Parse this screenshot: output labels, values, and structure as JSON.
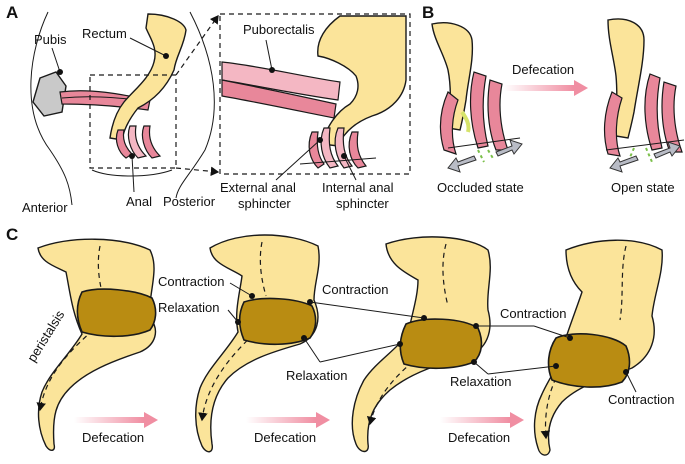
{
  "panels": {
    "a": "A",
    "b": "B",
    "c": "C"
  },
  "panel_a": {
    "pubis": "Pubis",
    "rectum": "Rectum",
    "puborectalis": "Puborectalis",
    "anterior": "Anterior",
    "anal": "Anal",
    "posterior": "Posterior",
    "external_line1": "External anal",
    "external_line2": "sphincter",
    "internal_line1": "Internal anal",
    "internal_line2": "sphincter"
  },
  "panel_b": {
    "defecation": "Defecation",
    "occluded": "Occluded state",
    "open": "Open state"
  },
  "panel_c": {
    "peristalsis": "peristalsis",
    "defecation_1": "Defecation",
    "defecation_2": "Defecation",
    "defecation_3": "Defecation",
    "contraction_1": "Contraction",
    "relaxation_1": "Relaxation",
    "contraction_2": "Contraction",
    "relaxation_2": "Relaxation",
    "contraction_3": "Contraction",
    "relaxation_3": "Relaxation",
    "contraction_4": "Contraction"
  },
  "colors": {
    "rectum": "#fbe49a",
    "stool": "#b98c12",
    "muscle": "#e8879a",
    "arrow": "#f08ea2"
  }
}
